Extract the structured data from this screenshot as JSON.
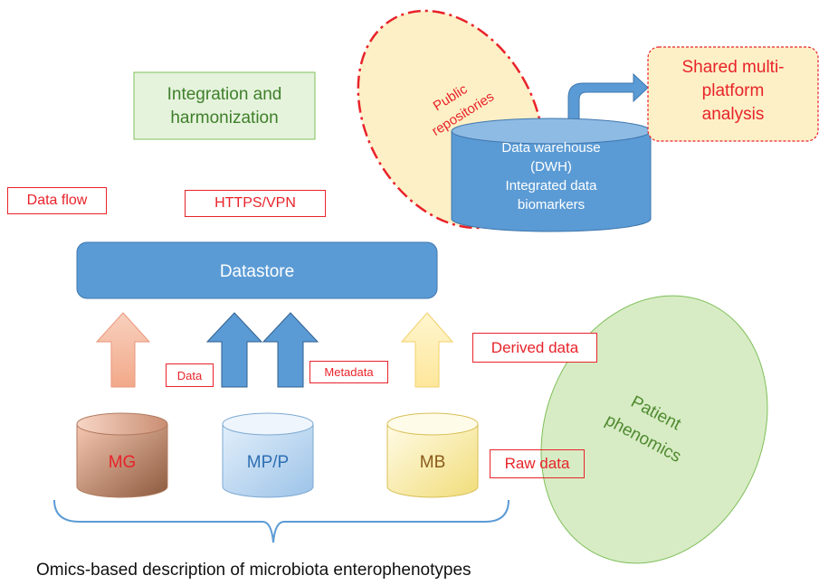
{
  "integration": {
    "line1": "Integration and",
    "line2": "harmonization"
  },
  "public_repositories": {
    "line1": "Public",
    "line2": "repositories"
  },
  "dwh": {
    "line1": "Data warehouse",
    "line2": "(DWH)",
    "line3": "Integrated data",
    "line4": "biomarkers"
  },
  "shared_analysis": {
    "line1": "Shared multi-",
    "line2": "platform",
    "line3": "analysis"
  },
  "labels": {
    "data_flow": "Data flow",
    "https_vpn": "HTTPS/VPN",
    "data": "Data",
    "metadata": "Metadata",
    "derived_data": "Derived data",
    "raw_data": "Raw data"
  },
  "datastore": "Datastore",
  "cylinders": {
    "mg": "MG",
    "mpp": "MP/P",
    "mb": "MB"
  },
  "patient_phenomics": {
    "line1": "Patient",
    "line2": "phenomics"
  },
  "caption": "Omics-based description of microbiota enterophenotypes",
  "colors": {
    "accent_red": "#e8232a",
    "datastore_blue": "#5b9bd5",
    "arrow_blue": "#5b9bd5",
    "green_text": "#3f7f2a",
    "green_fill": "#d7ecc4",
    "yellow_fill": "#fff2c6"
  }
}
